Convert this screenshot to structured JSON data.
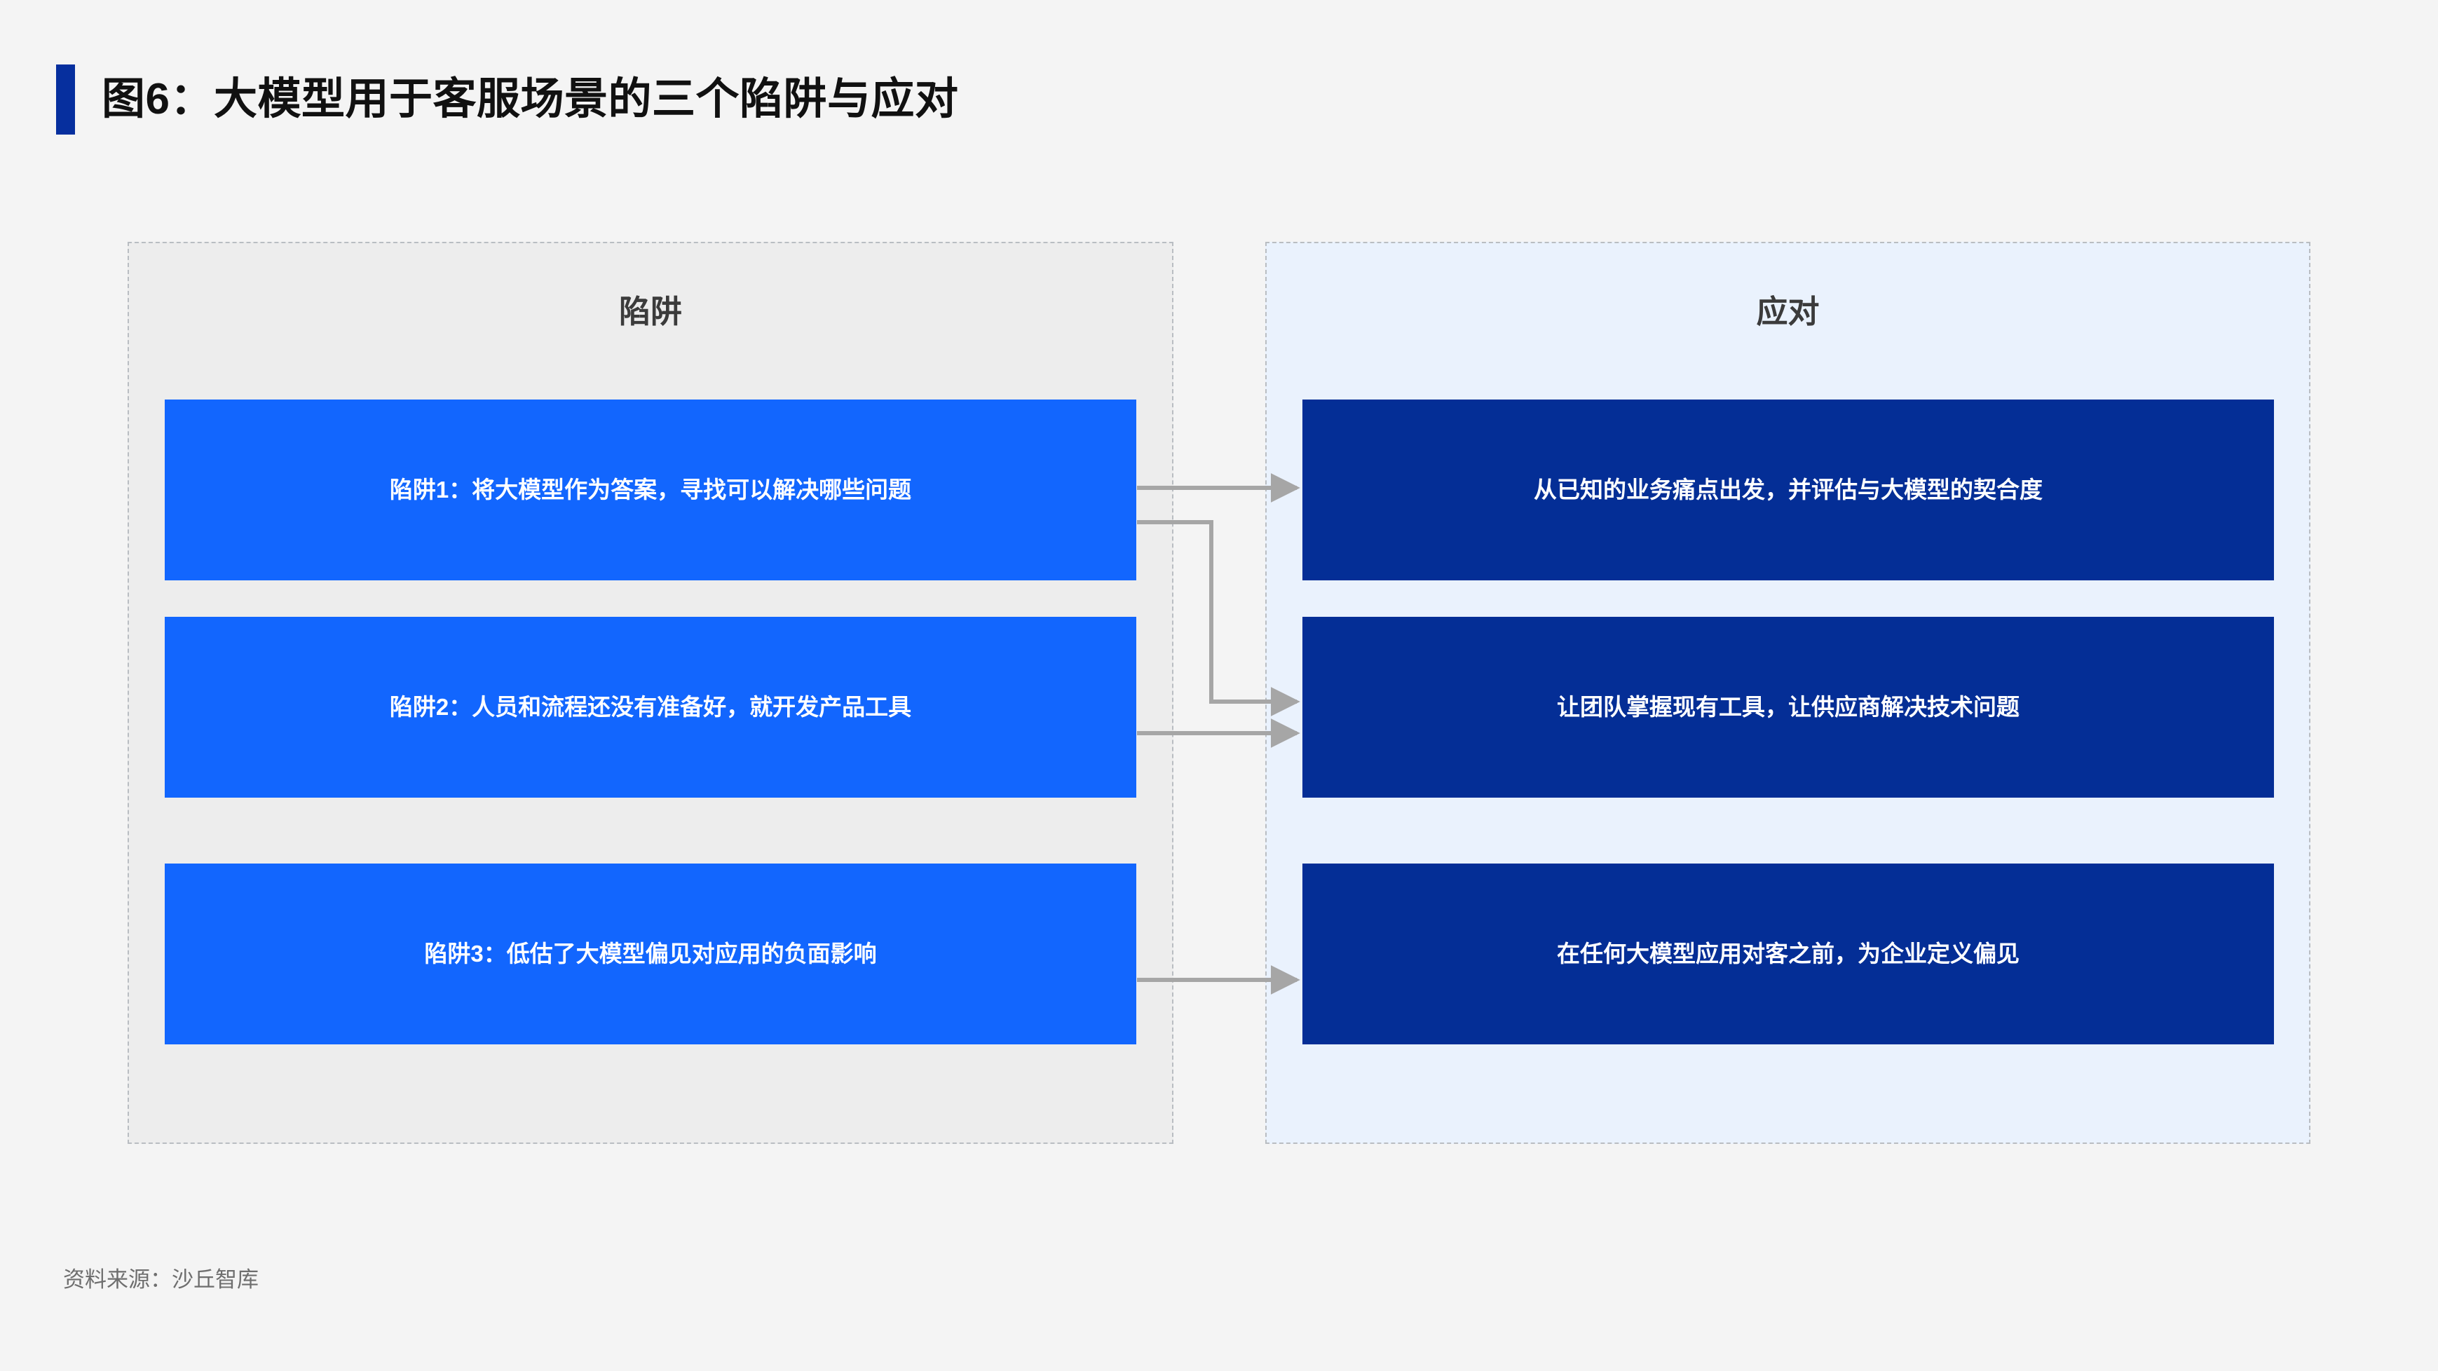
{
  "title": {
    "text": "图6：大模型用于客服场景的三个陷阱与应对",
    "accent_color": "#062F9E"
  },
  "panels": {
    "left": {
      "header": "陷阱",
      "background": "#EDEDED",
      "border_color": "#B9BDC2"
    },
    "right": {
      "header": "应对",
      "background": "#EAF2FD",
      "border_color": "#B9BDC2"
    }
  },
  "traps": [
    {
      "label": "陷阱1：将大模型作为答案，寻找可以解决哪些问题"
    },
    {
      "label": "陷阱2：人员和流程还没有准备好，就开发产品工具"
    },
    {
      "label": "陷阱3：低估了大模型偏见对应用的负面影响"
    }
  ],
  "responses": [
    {
      "label": "从已知的业务痛点出发，并评估与大模型的契合度"
    },
    {
      "label": "让团队掌握现有工具，让供应商解决技术问题"
    },
    {
      "label": "在任何大模型应用对客之前，为企业定义偏见"
    }
  ],
  "colors": {
    "page_background": "#F4F4F4",
    "trap_card": "#1266FE",
    "response_card": "#042E96",
    "connector": "#A6A6A6",
    "title_text": "#111111",
    "panel_header_text": "#3B3B3B",
    "source_text": "#6E6E6E"
  },
  "connectors": [
    {
      "name": "trap-1-to-response-1",
      "type": "straight"
    },
    {
      "name": "trap-1-to-response-2",
      "type": "elbow"
    },
    {
      "name": "trap-2-to-response-2",
      "type": "straight"
    },
    {
      "name": "trap-3-to-response-3",
      "type": "straight"
    }
  ],
  "footer": {
    "source": "资料来源：沙丘智库"
  }
}
